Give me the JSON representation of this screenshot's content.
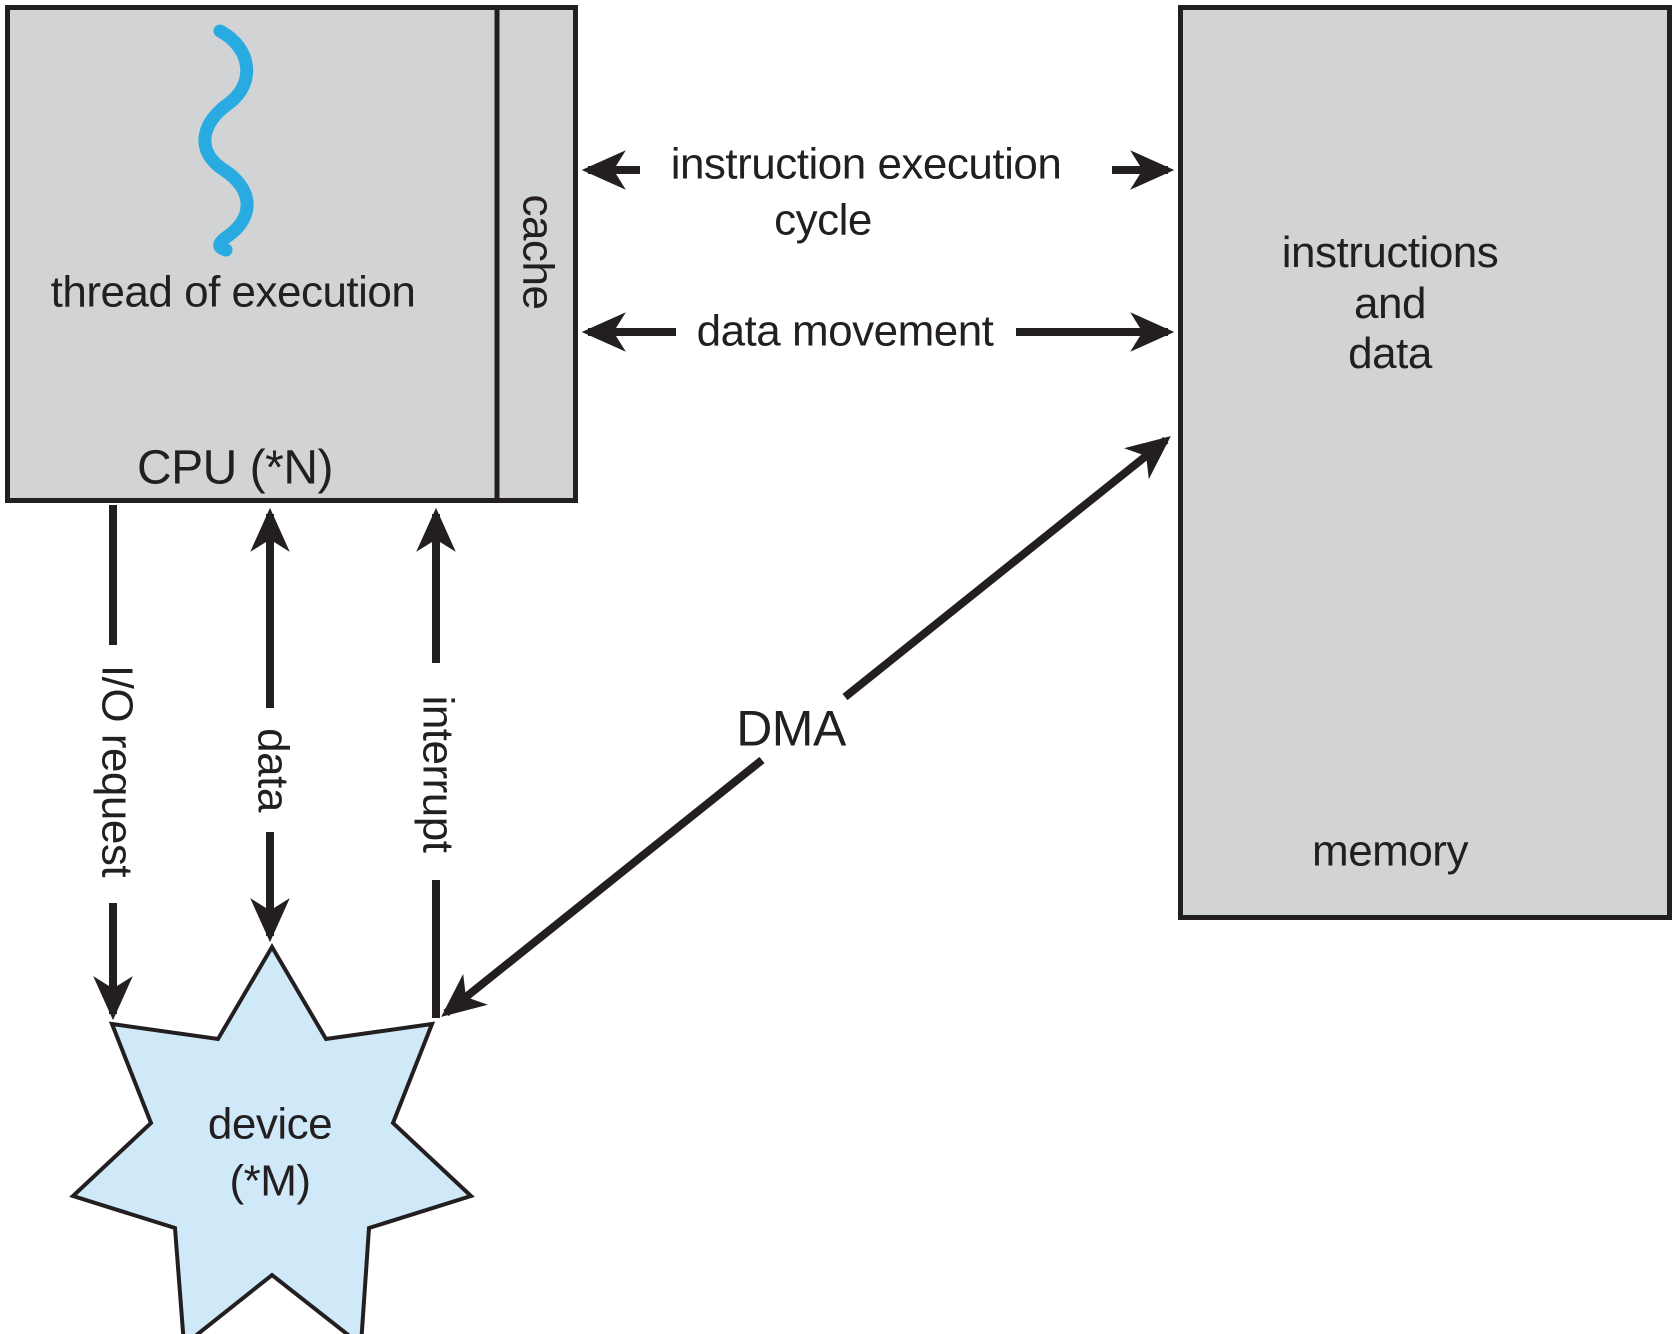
{
  "cpu_box": {
    "thread_label": "thread of execution",
    "cpu_label": "CPU (*N)",
    "cache_label": "cache"
  },
  "memory_box": {
    "content_lines": [
      "instructions",
      "and",
      "data"
    ],
    "label": "memory"
  },
  "device": {
    "line1": "device",
    "line2": "(*M)"
  },
  "arrow_labels": {
    "instruction_execution_line1": "instruction execution",
    "instruction_execution_line2": "cycle",
    "data_movement": "data movement",
    "io_request": "I/O request",
    "data": "data",
    "interrupt": "interrupt",
    "dma": "DMA"
  },
  "colors": {
    "box_fill": "#d1d3d4",
    "outline": "#231f20",
    "device_fill": "#cfe9f8",
    "squiggle": "#29abe2",
    "background": "#ffffff"
  }
}
